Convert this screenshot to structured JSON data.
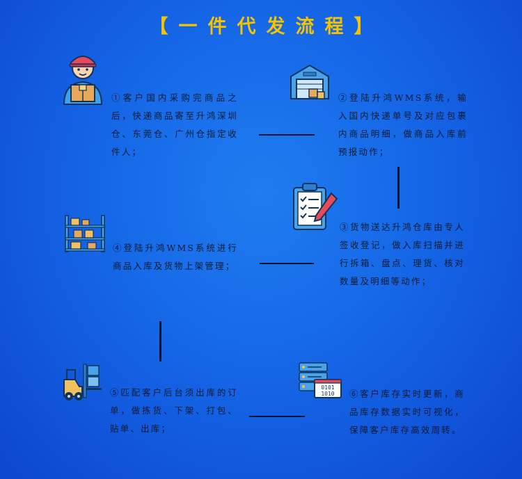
{
  "title": "【一件代发流程】",
  "steps": [
    {
      "text": "①客户国内采购完商品之后，快递商品寄至升鸿深圳仓、东莞仓、广州仓指定收件人；",
      "icon": "courier-icon"
    },
    {
      "text": "②登陆升鸿WMS系统，输入国内快递单号及对应包裹内商品明细，做商品入库前预报动作；",
      "icon": "warehouse-icon"
    },
    {
      "text": "③货物送达升鸿仓库由专人签收登记，做入库扫描并进行拆箱、盘点、理货、核对数量及明细等动作；",
      "icon": "clipboard-icon"
    },
    {
      "text": "④登陆升鸿WMS系统进行商品入库及货物上架管理；",
      "icon": "shelf-icon"
    },
    {
      "text": "⑤匹配客户后台须出库的订单，做拣货、下架、打包、贴单、出库；",
      "icon": "forklift-icon"
    },
    {
      "text": "⑥客户库存实时更新，商品库存数据实时可视化，保障客户库存高效周转。",
      "icon": "server-icon"
    }
  ],
  "server_icon_digits": [
    "0101",
    "1010"
  ]
}
